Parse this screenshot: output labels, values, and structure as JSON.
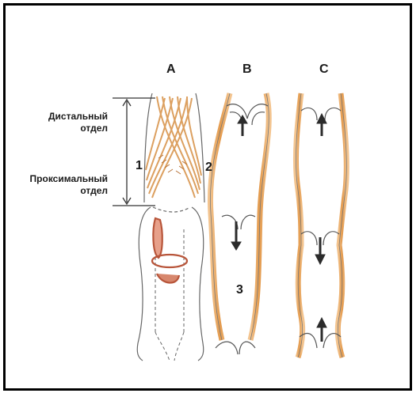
{
  "panels": {
    "a": "A",
    "b": "B",
    "c": "C"
  },
  "side_labels": {
    "distal_line1": "Дистальный",
    "distal_line2": "отдел",
    "proximal_line1": "Проксимальный",
    "proximal_line2": "отдел"
  },
  "numbers": {
    "n1": "1",
    "n2": "2",
    "n3": "3"
  },
  "colors": {
    "muscle": "#e6a25a",
    "muscle_dark": "#c8742e",
    "outline": "#555555",
    "arrow": "#2b2b2b",
    "red_loop": "#b8553a"
  }
}
